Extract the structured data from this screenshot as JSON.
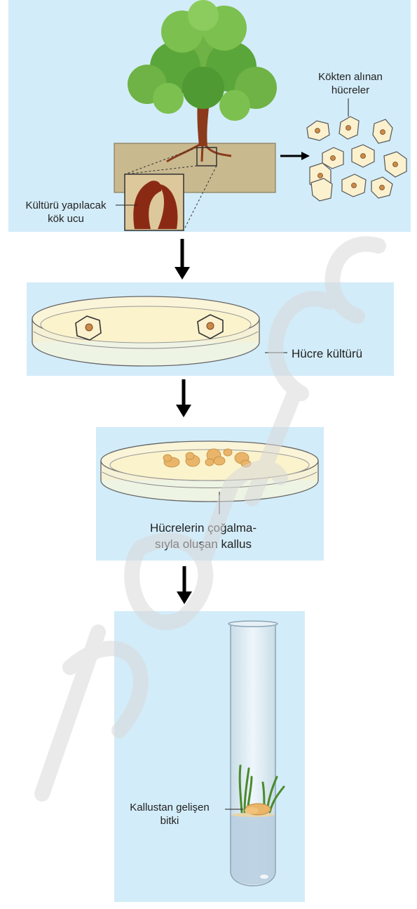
{
  "panel1": {
    "root_tip_label_line1": "Kültürü yapılacak",
    "root_tip_label_line2": "kök ucu",
    "cells_label_line1": "Kökten alınan",
    "cells_label_line2": "hücreler"
  },
  "panel2": {
    "label": "Hücre kültürü"
  },
  "panel3": {
    "label_line1": "Hücrelerin çoğalma-",
    "label_line2": "sıyla oluşan kallus"
  },
  "panel4": {
    "label_line1": "Kallustan gelişen",
    "label_line2": "bitki"
  },
  "colors": {
    "panel_bg": "#d3ecf9",
    "soil": "#c9b98f",
    "root": "#8b2a14",
    "leaf": "#5aa63a",
    "cell_fill": "#fbf1cf",
    "callus": "#e8b56a",
    "arrow": "#000000"
  }
}
